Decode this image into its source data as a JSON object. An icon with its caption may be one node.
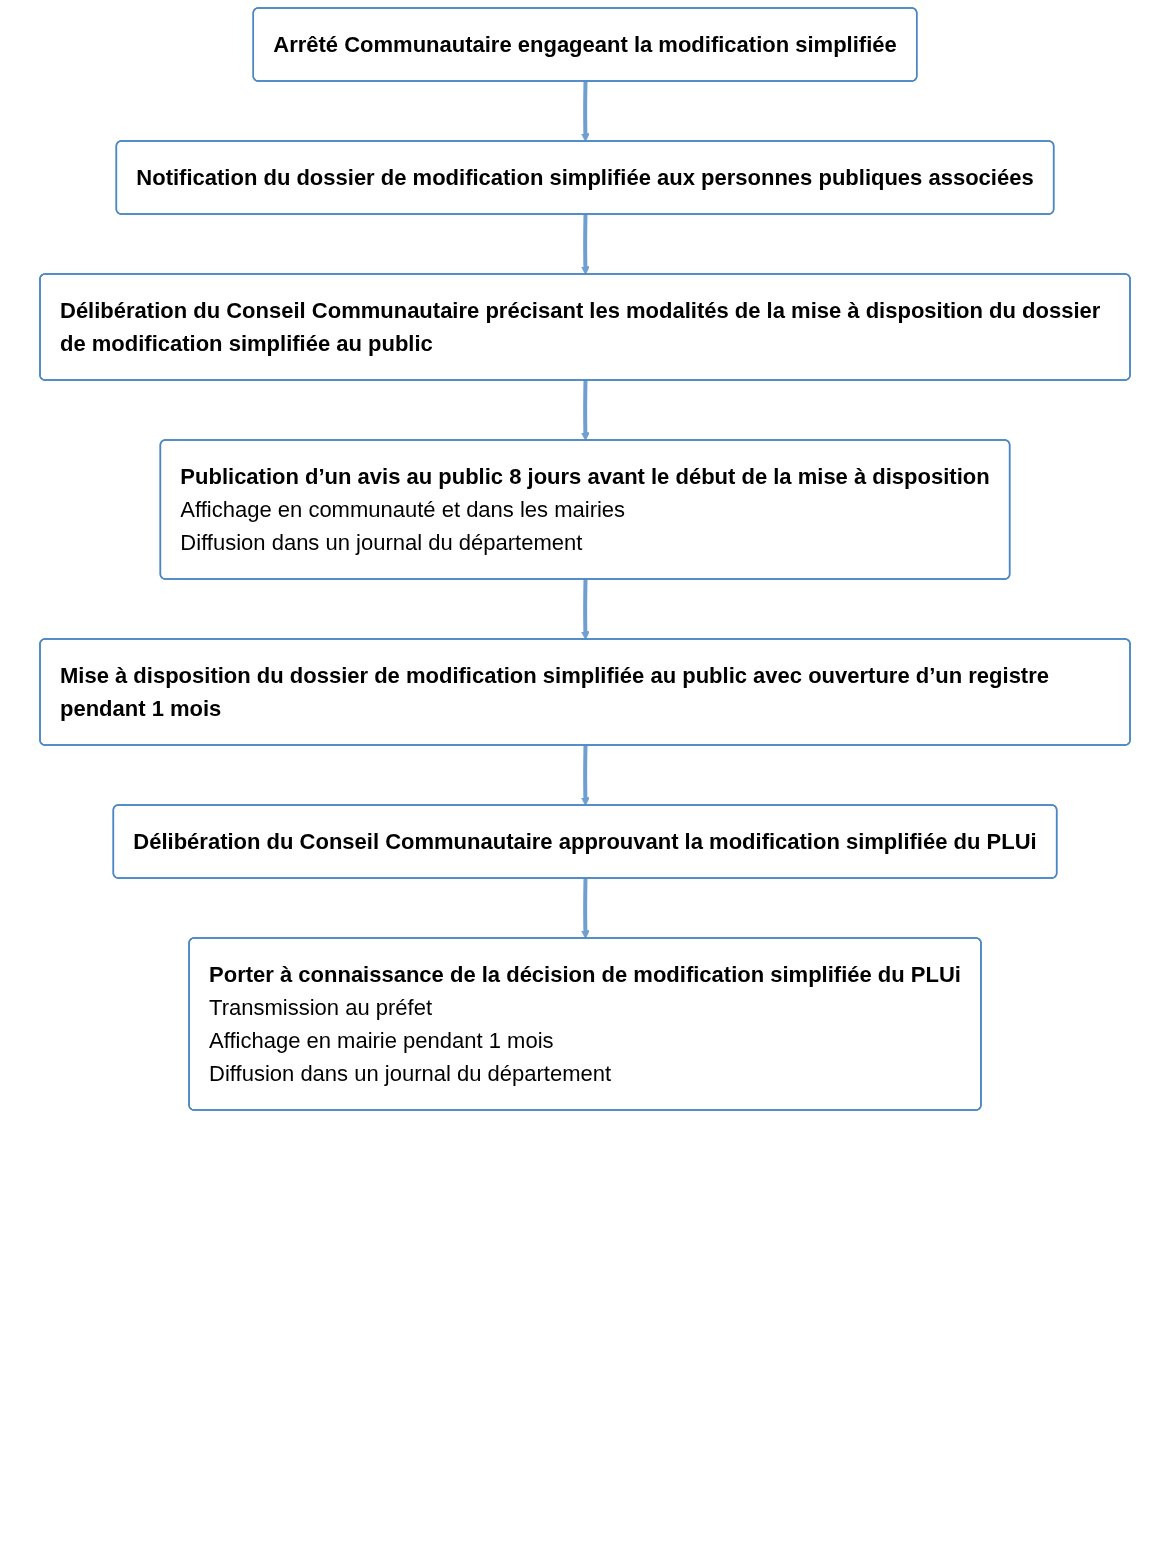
{
  "diagram": {
    "nodes": [
      {
        "text": [
          "Arrêté Communautaire engageant la modification simplifiée"
        ]
      },
      {
        "text": [
          "Notification du dossier de modification simplifiée aux personnes publiques associées"
        ]
      },
      {
        "text": [
          "Délibération du Conseil Communautaire précisant les modalités de la mise à disposition du dossier de modification simplifiée au public"
        ]
      },
      {
        "text": [
          "Publication d’un avis au public 8 jours avant le début de la mise à disposition",
          "Affichage en communauté et dans les mairies",
          "Diffusion dans un journal du département"
        ]
      },
      {
        "text": [
          "Mise à disposition du dossier de modification simplifiée au public avec ouverture d’un registre pendant 1 mois"
        ]
      },
      {
        "text": [
          "Délibération du Conseil Communautaire approuvant la modification simplifiée du PLUi"
        ]
      },
      {
        "text": [
          "Porter à connaissance de la décision de modification simplifiée du PLUi",
          "Transmission au préfet",
          "Affichage en mairie pendant 1 mois",
          "Diffusion dans un journal du département"
        ]
      }
    ],
    "edges": [
      {
        "from": 0,
        "to": 1,
        "arrow": "to"
      },
      {
        "from": 1,
        "to": 2,
        "arrow": "to"
      },
      {
        "from": 2,
        "to": 3,
        "arrow": "to"
      },
      {
        "from": 3,
        "to": 4,
        "arrow": "to"
      },
      {
        "from": 4,
        "to": 5,
        "arrow": "to"
      },
      {
        "from": 5,
        "to": 6,
        "arrow": "to"
      }
    ]
  }
}
